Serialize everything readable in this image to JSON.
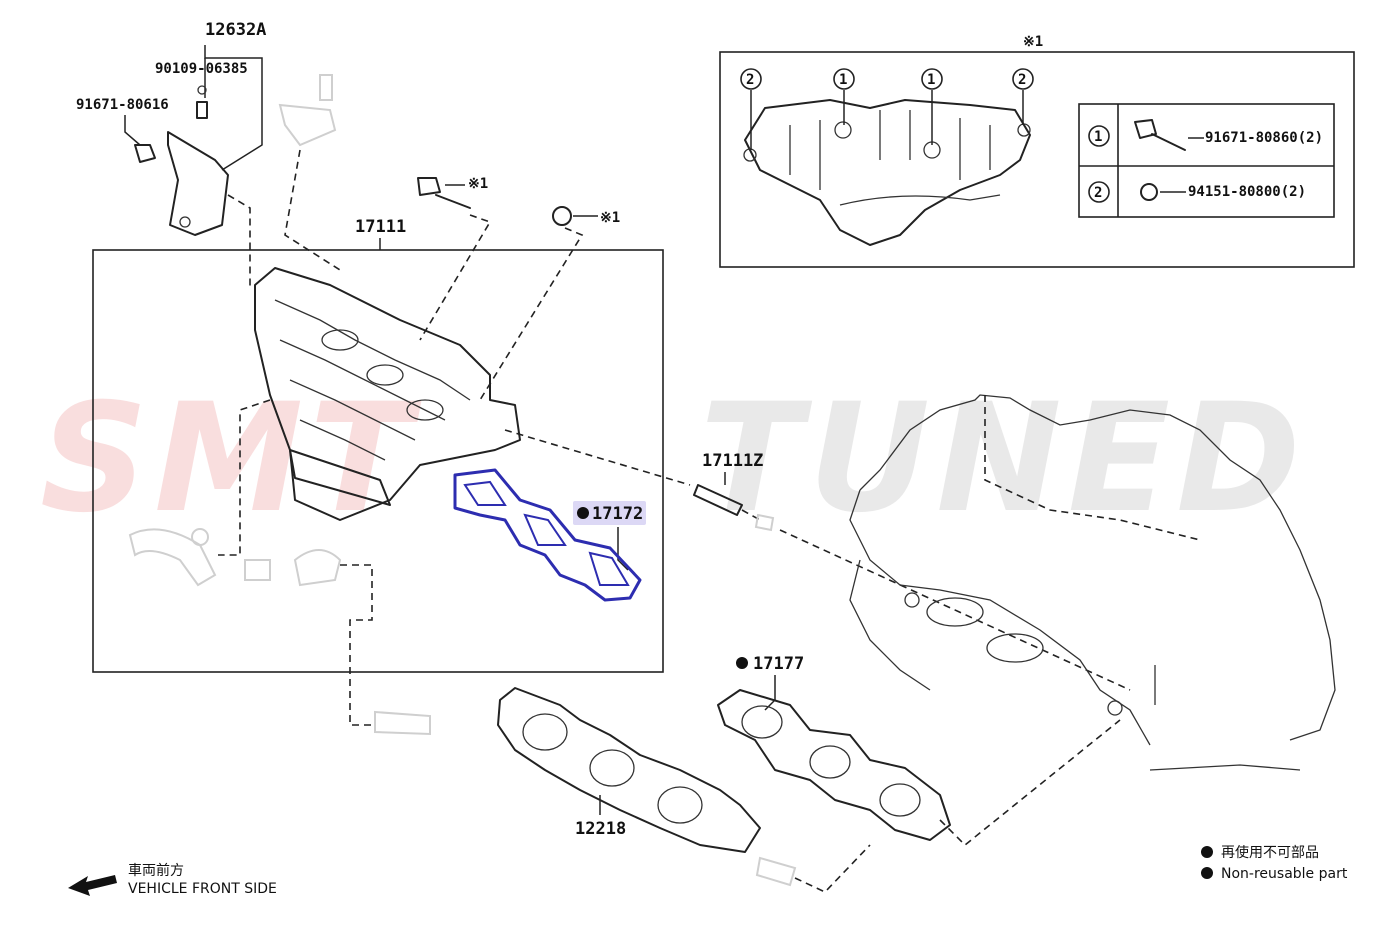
{
  "watermark": {
    "part1": "SMT",
    "part2": "TUNED",
    "color1": "#e05050",
    "color2": "#9a9a9a"
  },
  "labels": {
    "bracket": "12632A",
    "bolt_a": "90109-06385",
    "bolt_b": "91671-80616",
    "manifold": "17111",
    "stud": "17111Z",
    "gasket_a": "17172",
    "gasket_b": "17177",
    "gasket_c": "12218",
    "ref_mark": "※1"
  },
  "inset": {
    "title": "※1",
    "legend": [
      {
        "num": "1",
        "part": "91671-80860(2)"
      },
      {
        "num": "2",
        "part": "94151-80800(2)"
      }
    ],
    "callouts": [
      "2",
      "1",
      "1",
      "2"
    ]
  },
  "footer": {
    "direction_jp": "車両前方",
    "direction_en": "VEHICLE FRONT SIDE",
    "legend_jp": "再使用不可部品",
    "legend_en": "Non-reusable part"
  },
  "colors": {
    "highlight": "#dcd8f5",
    "gasket_highlight": "#2d2db0",
    "line": "#222222"
  }
}
